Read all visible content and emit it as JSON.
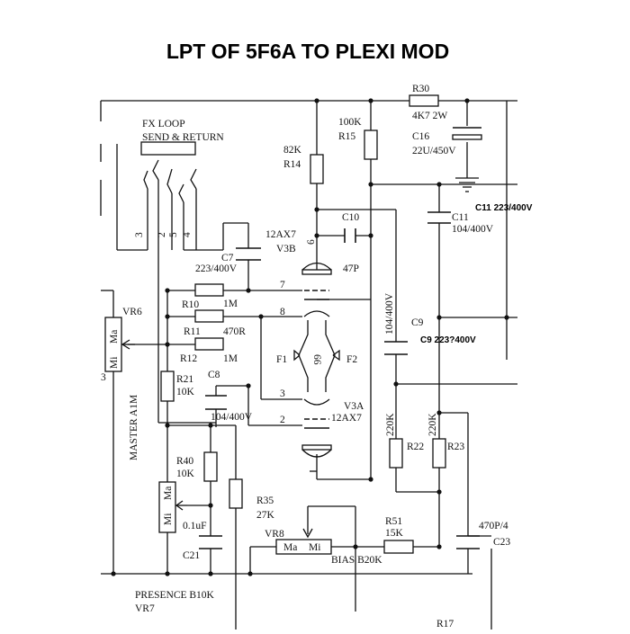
{
  "title": "LPT OF 5F6A TO PLEXI MOD",
  "notes": {
    "c11_change": "C11 223/400V",
    "c9_change": "C9 223?400V"
  },
  "labels": {
    "fx_loop": "FX LOOP",
    "send_return": "SEND & RETURN",
    "jack_pins": [
      "3",
      "2",
      "5",
      "4"
    ],
    "r30_name": "R30",
    "r30_value": "4K7 2W",
    "r15_value": "100K",
    "r15_name": "R15",
    "c16_name": "C16",
    "c16_value": "22U/450V",
    "r14_value": "82K",
    "r14_name": "R14",
    "c10_name": "C10",
    "c11_name": "C11",
    "c11_value": "104/400V",
    "tube_type": "12AX7",
    "v3b_name": "V3B",
    "pin6": "6",
    "c7_name": "C7",
    "c7_value": "223/400V",
    "c10_value": "47P",
    "vr6_name": "VR6",
    "vr6_mi": "Mi",
    "vr6_ma": "Ma",
    "r10_name": "R10",
    "r10_value": "1M",
    "pin7": "7",
    "pin8": "8",
    "r11_name": "R11",
    "r11_value": "470R",
    "r12_name": "R12",
    "r12_value": "1M",
    "c9_value": "104/400V",
    "c9_name": "C9",
    "f1": "F1",
    "f2": "F2",
    "heater": "66",
    "cut3": "3",
    "r21_name": "R21",
    "r21_value": "10K",
    "c8_name": "C8",
    "c8_value": "104/400V",
    "pin3": "3",
    "pin2": "2",
    "v3a_name": "V3A",
    "v3a_type": "12AX7",
    "r22_value": "220K",
    "r22_name": "R22",
    "r23_value": "220K",
    "r23_name": "R23",
    "master": "MASTER A1M",
    "r40_name": "R40",
    "r40_value": "10K",
    "vr7_mi": "Mi",
    "vr7_ma": "Ma",
    "c21_value": "0.1uF",
    "c21_name": "C21",
    "r35_name": "R35",
    "r35_value": "27K",
    "vr8_name": "VR8",
    "vr8_ma": "Ma",
    "vr8_mi": "Mi",
    "r51_name": "R51",
    "r51_value": "15K",
    "bias": "BIAS B20K",
    "c23_value": "470P/4",
    "c23_name": "C23",
    "presence": "PRESENCE B10K",
    "vr7_name": "VR7",
    "bottom_cut": "R17"
  }
}
